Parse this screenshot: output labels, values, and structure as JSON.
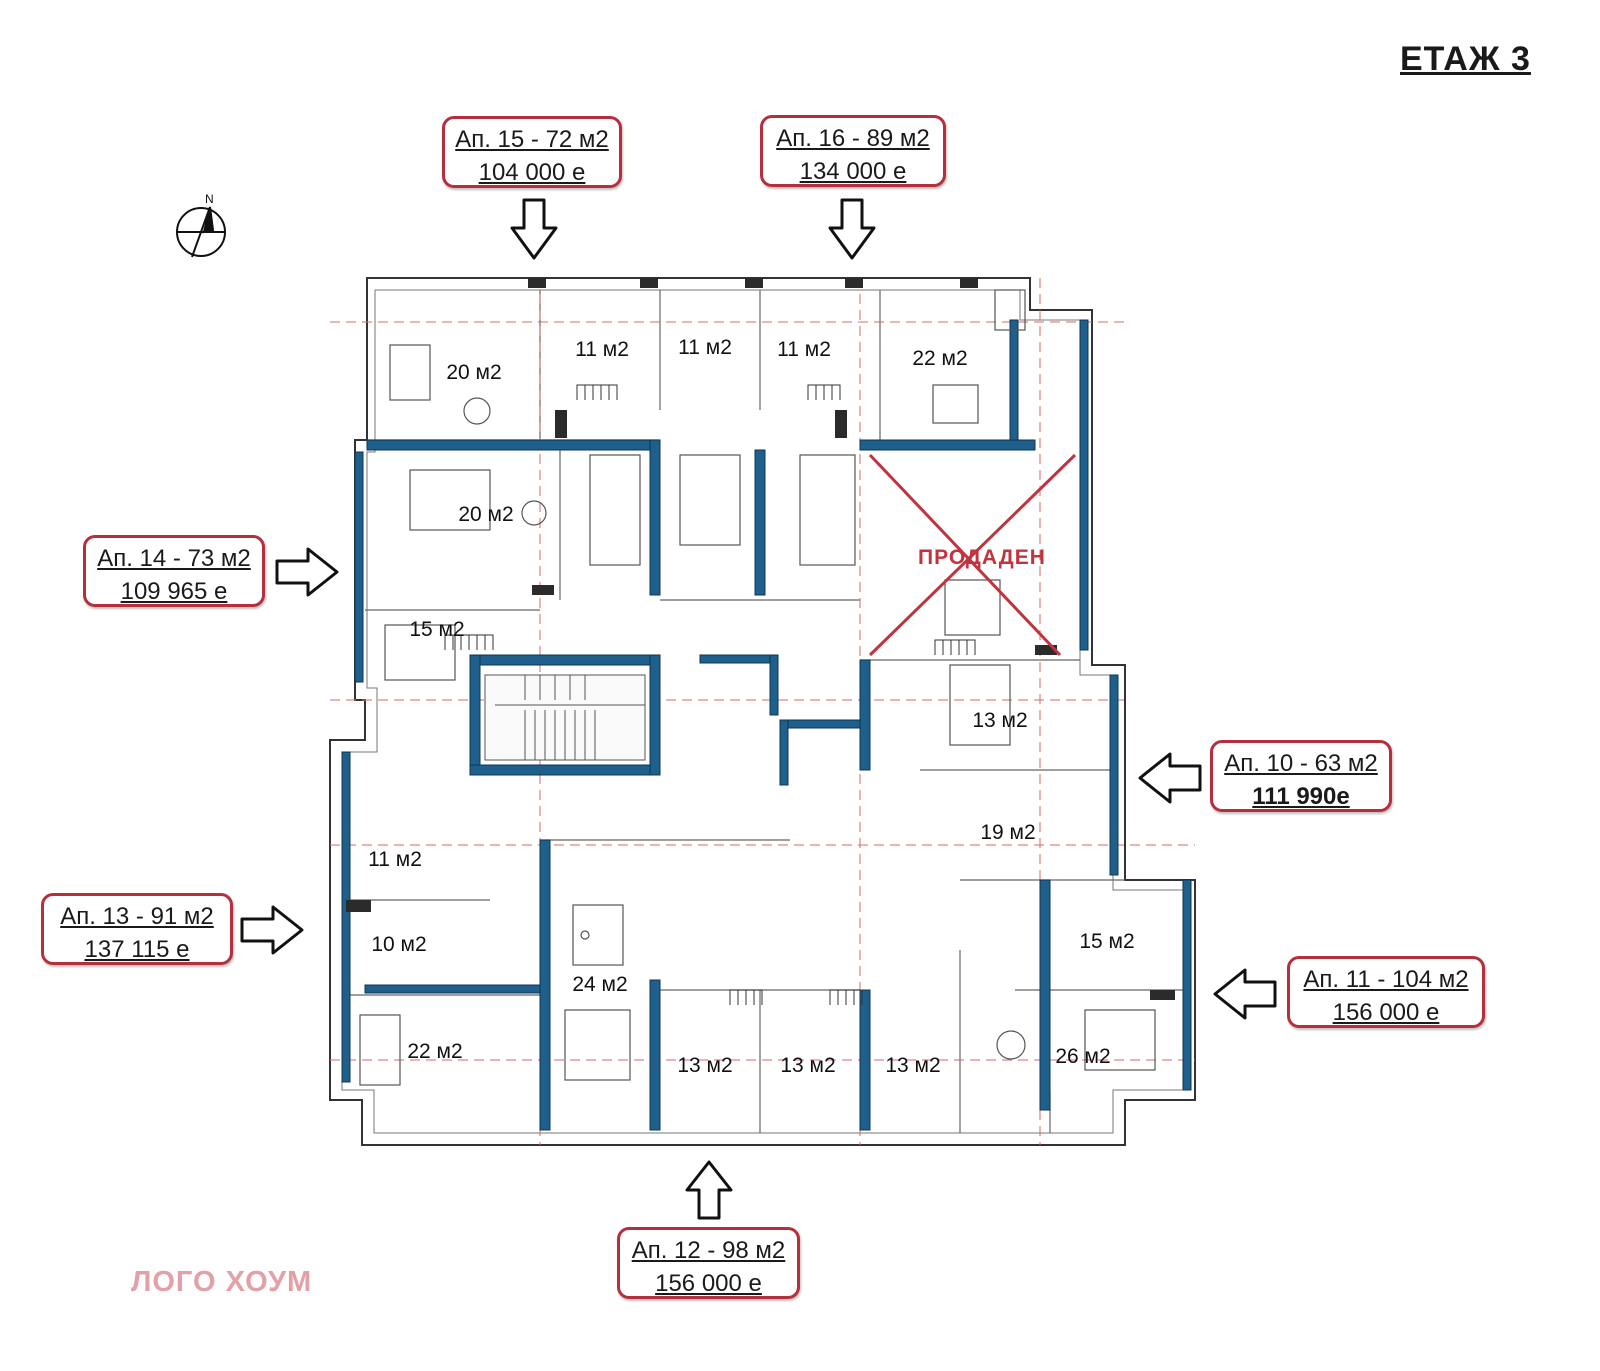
{
  "floor": {
    "title": "ЕТАЖ 3"
  },
  "apartments": [
    {
      "name": "Ап. 15 - 72 м2",
      "price": "104 000 е"
    },
    {
      "name": "Ап. 16 - 89 м2",
      "price": "134 000 е"
    },
    {
      "name": "Ап. 14 - 73 м2",
      "price": "109 965 е"
    },
    {
      "name": "Ап. 10 - 63 м2",
      "price": "111 990е"
    },
    {
      "name": "Ап. 13 - 91 м2",
      "price": "137 115 е"
    },
    {
      "name": "Ап. 11 - 104 м2",
      "price": "156 000 е"
    },
    {
      "name": "Ап. 12 - 98 м2",
      "price": "156 000 е"
    }
  ],
  "rooms": [
    "20 м2",
    "11 м2",
    "11 м2",
    "11 м2",
    "22 м2",
    "20 м2",
    "15 м2",
    "13 м2",
    "19 м2",
    "11 м2",
    "10 м2",
    "24 м2",
    "15 м2",
    "22 м2",
    "13 м2",
    "13 м2",
    "13 м2",
    "26 м2"
  ],
  "sold_label": "ПРОДАДЕН",
  "compass": {
    "north": "N"
  },
  "logo": "ЛОГО ХОУМ",
  "colors": {
    "label_border": "#b5303c",
    "wall_blue": "#1f5f8c",
    "sold_cross": "#c0333f",
    "logo": "#e3a0a6"
  }
}
